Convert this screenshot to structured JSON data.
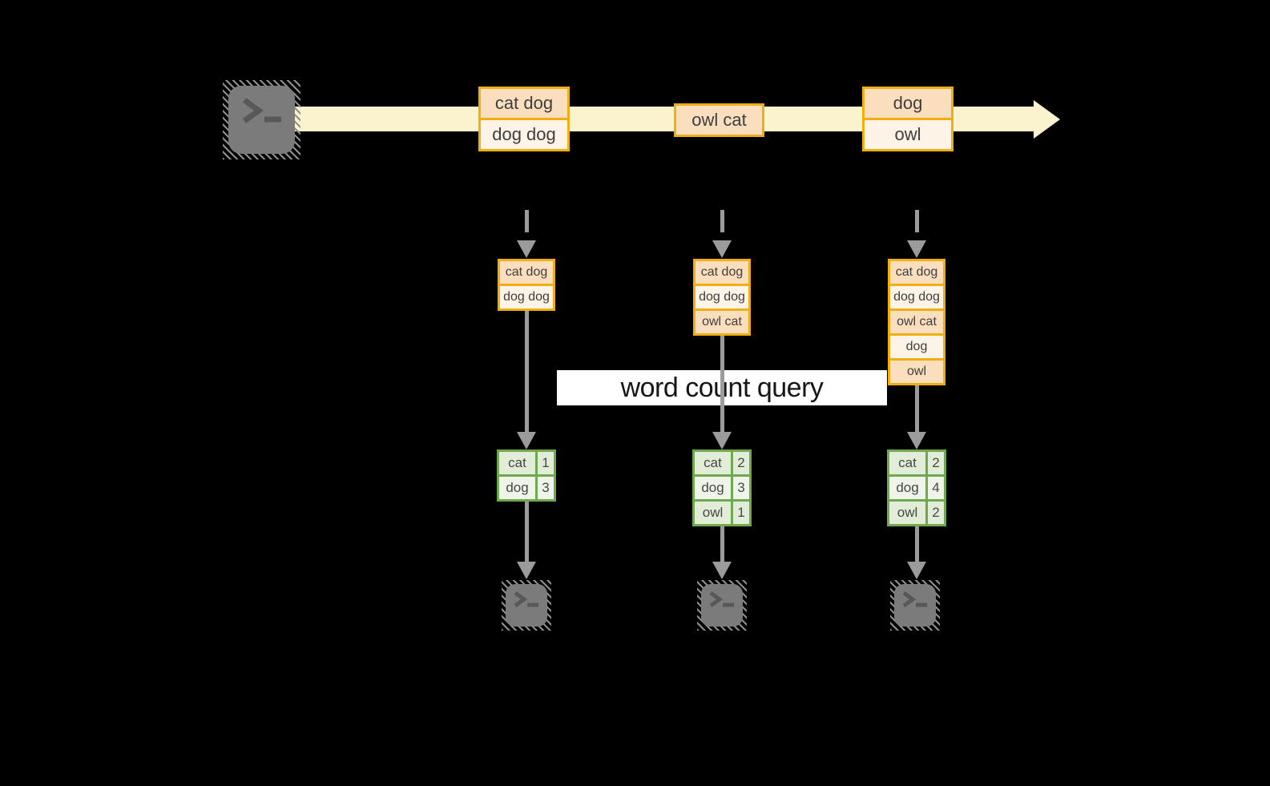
{
  "diagram": "streaming word count dataflow",
  "colors": {
    "background": "#000000",
    "stream_band": "#FBF2CE",
    "box_border_orange": "#EFAF13",
    "cell_peach": "#FADEBE",
    "cell_cream": "#FDF3E6",
    "table_border_green": "#6FA850",
    "table_cell_green": "#E2EDD8",
    "table_cell_green_light": "#EEF4E8",
    "arrow_gray": "#9B9B9B",
    "terminal_gray": "#7B7B7B"
  },
  "stream": {
    "source_icon": "terminal-icon",
    "batches": [
      {
        "cells": [
          "cat dog",
          "dog dog"
        ]
      },
      {
        "cells": [
          "owl cat"
        ]
      },
      {
        "cells": [
          "dog",
          "owl"
        ]
      }
    ]
  },
  "query_label": "word count query",
  "columns": [
    {
      "buffer_cells": [
        "cat dog",
        "dog dog"
      ],
      "counts": [
        {
          "word": "cat",
          "value": "1"
        },
        {
          "word": "dog",
          "value": "3"
        }
      ],
      "sink_icon": "terminal-icon"
    },
    {
      "buffer_cells": [
        "cat dog",
        "dog dog",
        "owl cat"
      ],
      "counts": [
        {
          "word": "cat",
          "value": "2"
        },
        {
          "word": "dog",
          "value": "3"
        },
        {
          "word": "owl",
          "value": "1"
        }
      ],
      "sink_icon": "terminal-icon"
    },
    {
      "buffer_cells": [
        "cat dog",
        "dog dog",
        "owl cat",
        "dog",
        "owl"
      ],
      "counts": [
        {
          "word": "cat",
          "value": "2"
        },
        {
          "word": "dog",
          "value": "4"
        },
        {
          "word": "owl",
          "value": "2"
        }
      ],
      "sink_icon": "terminal-icon"
    }
  ]
}
